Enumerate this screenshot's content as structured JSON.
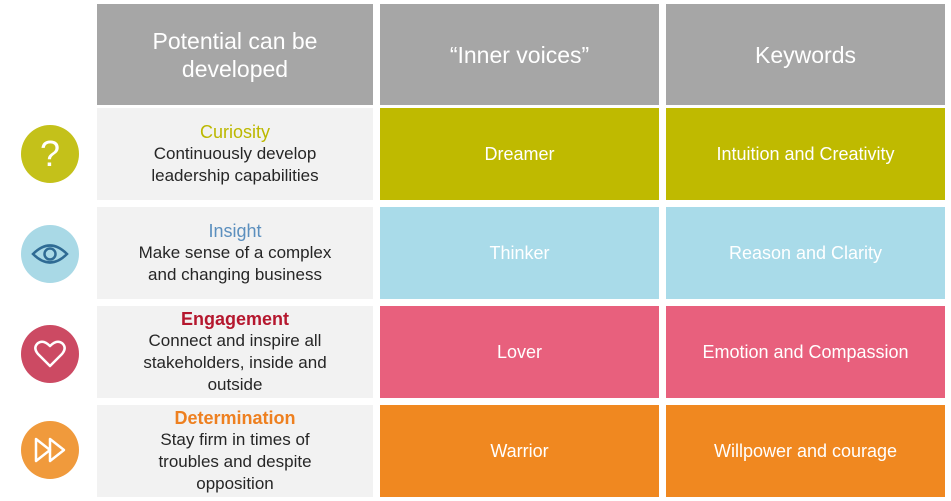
{
  "header": {
    "col1": "Potential can be developed",
    "col2": "“Inner voices”",
    "col3": "Keywords"
  },
  "rows": [
    {
      "icon": "question-mark-icon",
      "title": "Curiosity",
      "title_color": "#bcb800",
      "description": "Continuously develop leadership capabilities",
      "voice": "Dreamer",
      "keywords": "Intuition and Creativity",
      "color": "#bfba00"
    },
    {
      "icon": "eye-icon",
      "title": "Insight",
      "title_color": "#5b8fbe",
      "description": "Make sense of a complex and changing business",
      "voice": "Thinker",
      "keywords": "Reason and Clarity",
      "color": "#a9dbe9"
    },
    {
      "icon": "heart-icon",
      "title": "Engagement",
      "title_color": "#b5172e",
      "description": "Connect and inspire all stakeholders, inside and outside",
      "voice": "Lover",
      "keywords": "Emotion and Compassion",
      "color": "#e8607d"
    },
    {
      "icon": "fast-forward-icon",
      "title": "Determination",
      "title_color": "#ee8020",
      "description": "Stay firm in times of troubles and despite opposition",
      "voice": "Warrior",
      "keywords": "Willpower and courage",
      "color": "#f08820"
    }
  ]
}
